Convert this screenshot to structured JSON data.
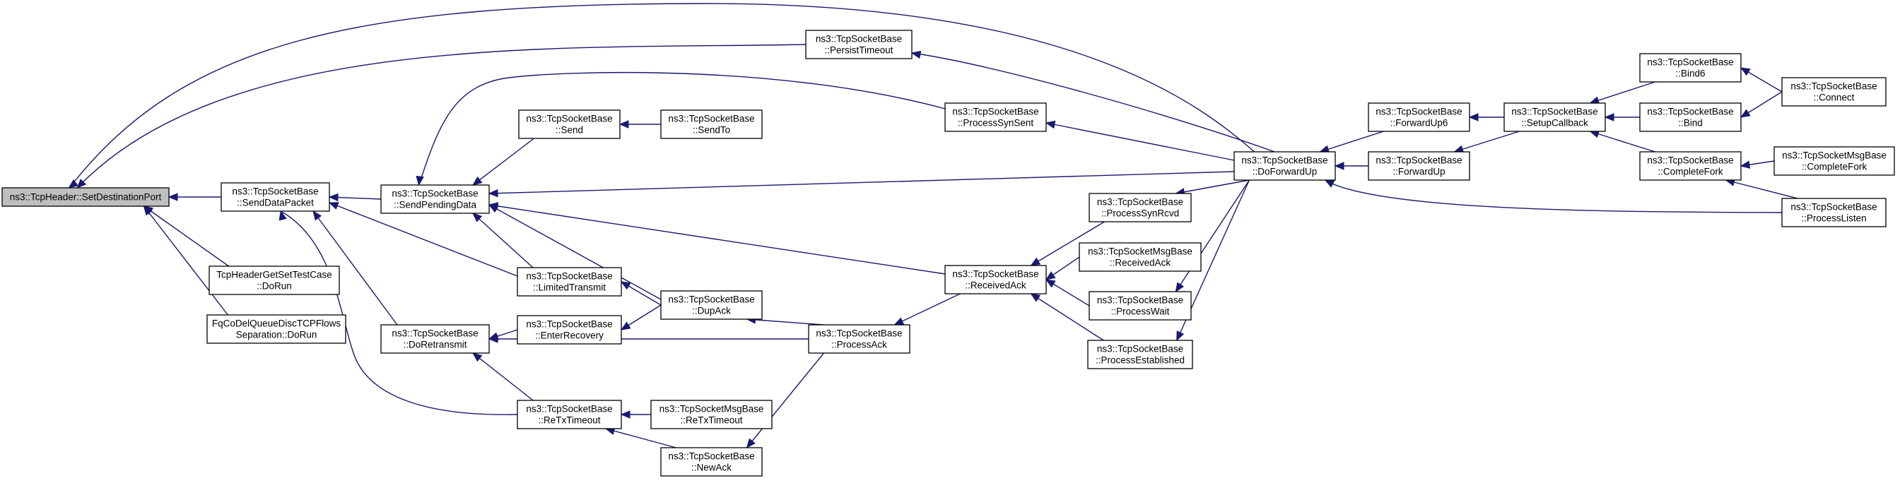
{
  "diagram": {
    "type": "caller-graph",
    "edge_color": "#191970",
    "root_fill": "#bfbfbf",
    "nodes": [
      {
        "id": "root",
        "lines": [
          "ns3::TcpHeader::SetDestinationPort"
        ],
        "root": true
      },
      {
        "id": "sendDataPacket",
        "lines": [
          "ns3::TcpSocketBase",
          "::SendDataPacket"
        ]
      },
      {
        "id": "tcpHeaderTest",
        "lines": [
          "TcpHeaderGetSetTestCase",
          "::DoRun"
        ]
      },
      {
        "id": "fqCoDel",
        "lines": [
          "FqCoDelQueueDiscTCPFlows",
          "Separation::DoRun"
        ]
      },
      {
        "id": "sendPending",
        "lines": [
          "ns3::TcpSocketBase",
          "::SendPendingData"
        ]
      },
      {
        "id": "doRetransmit",
        "lines": [
          "ns3::TcpSocketBase",
          "::DoRetransmit"
        ]
      },
      {
        "id": "send",
        "lines": [
          "ns3::TcpSocketBase",
          "::Send"
        ]
      },
      {
        "id": "sendTo",
        "lines": [
          "ns3::TcpSocketBase",
          "::SendTo"
        ]
      },
      {
        "id": "limitedTransmit",
        "lines": [
          "ns3::TcpSocketBase",
          "::LimitedTransmit"
        ]
      },
      {
        "id": "enterRecovery",
        "lines": [
          "ns3::TcpSocketBase",
          "::EnterRecovery"
        ]
      },
      {
        "id": "reTxTimeout",
        "lines": [
          "ns3::TcpSocketBase",
          "::ReTxTimeout"
        ]
      },
      {
        "id": "msgReTxTimeout",
        "lines": [
          "ns3::TcpSocketMsgBase",
          "::ReTxTimeout"
        ]
      },
      {
        "id": "newAck",
        "lines": [
          "ns3::TcpSocketBase",
          "::NewAck"
        ]
      },
      {
        "id": "dupAck",
        "lines": [
          "ns3::TcpSocketBase",
          "::DupAck"
        ]
      },
      {
        "id": "processAck",
        "lines": [
          "ns3::TcpSocketBase",
          "::ProcessAck"
        ]
      },
      {
        "id": "persistTimeout",
        "lines": [
          "ns3::TcpSocketBase",
          "::PersistTimeout"
        ]
      },
      {
        "id": "processSynSent",
        "lines": [
          "ns3::TcpSocketBase",
          "::ProcessSynSent"
        ]
      },
      {
        "id": "receivedAck",
        "lines": [
          "ns3::TcpSocketBase",
          "::ReceivedAck"
        ]
      },
      {
        "id": "processSynRcvd",
        "lines": [
          "ns3::TcpSocketBase",
          "::ProcessSynRcvd"
        ]
      },
      {
        "id": "msgReceivedAck",
        "lines": [
          "ns3::TcpSocketMsgBase",
          "::ReceivedAck"
        ]
      },
      {
        "id": "processWait",
        "lines": [
          "ns3::TcpSocketBase",
          "::ProcessWait"
        ]
      },
      {
        "id": "processEstablished",
        "lines": [
          "ns3::TcpSocketBase",
          "::ProcessEstablished"
        ]
      },
      {
        "id": "doForwardUp",
        "lines": [
          "ns3::TcpSocketBase",
          "::DoForwardUp"
        ]
      },
      {
        "id": "forwardUp6",
        "lines": [
          "ns3::TcpSocketBase",
          "::ForwardUp6"
        ]
      },
      {
        "id": "forwardUp",
        "lines": [
          "ns3::TcpSocketBase",
          "::ForwardUp"
        ]
      },
      {
        "id": "setupCallback",
        "lines": [
          "ns3::TcpSocketBase",
          "::SetupCallback"
        ]
      },
      {
        "id": "bind6",
        "lines": [
          "ns3::TcpSocketBase",
          "::Bind6"
        ]
      },
      {
        "id": "bind",
        "lines": [
          "ns3::TcpSocketBase",
          "::Bind"
        ]
      },
      {
        "id": "completeFork",
        "lines": [
          "ns3::TcpSocketBase",
          "::CompleteFork"
        ]
      },
      {
        "id": "connect",
        "lines": [
          "ns3::TcpSocketBase",
          "::Connect"
        ]
      },
      {
        "id": "msgCompleteFork",
        "lines": [
          "ns3::TcpSocketMsgBase",
          "::CompleteFork"
        ]
      },
      {
        "id": "processListen",
        "lines": [
          "ns3::TcpSocketBase",
          "::ProcessListen"
        ]
      }
    ],
    "edges": [
      {
        "from": "sendDataPacket",
        "to": "root"
      },
      {
        "from": "tcpHeaderTest",
        "to": "root"
      },
      {
        "from": "fqCoDel",
        "to": "root"
      },
      {
        "from": "persistTimeout",
        "to": "root"
      },
      {
        "from": "doForwardUp",
        "to": "root"
      },
      {
        "from": "sendPending",
        "to": "sendDataPacket"
      },
      {
        "from": "doRetransmit",
        "to": "sendDataPacket"
      },
      {
        "from": "limitedTransmit",
        "to": "sendDataPacket"
      },
      {
        "from": "reTxTimeout",
        "to": "sendDataPacket"
      },
      {
        "from": "send",
        "to": "sendPending"
      },
      {
        "from": "limitedTransmit",
        "to": "sendPending"
      },
      {
        "from": "dupAck",
        "to": "sendPending"
      },
      {
        "from": "receivedAck",
        "to": "sendPending"
      },
      {
        "from": "processSynSent",
        "to": "sendPending"
      },
      {
        "from": "doForwardUp",
        "to": "sendPending"
      },
      {
        "from": "enterRecovery",
        "to": "doRetransmit"
      },
      {
        "from": "reTxTimeout",
        "to": "doRetransmit"
      },
      {
        "from": "processAck",
        "to": "doRetransmit"
      },
      {
        "from": "sendTo",
        "to": "send"
      },
      {
        "from": "dupAck",
        "to": "limitedTransmit"
      },
      {
        "from": "dupAck",
        "to": "enterRecovery"
      },
      {
        "from": "msgReTxTimeout",
        "to": "reTxTimeout"
      },
      {
        "from": "newAck",
        "to": "reTxTimeout"
      },
      {
        "from": "processAck",
        "to": "dupAck"
      },
      {
        "from": "receivedAck",
        "to": "processAck"
      },
      {
        "from": "processAck",
        "to": "newAck"
      },
      {
        "from": "processSynRcvd",
        "to": "receivedAck"
      },
      {
        "from": "msgReceivedAck",
        "to": "receivedAck"
      },
      {
        "from": "processWait",
        "to": "receivedAck"
      },
      {
        "from": "processEstablished",
        "to": "receivedAck"
      },
      {
        "from": "doForwardUp",
        "to": "persistTimeout"
      },
      {
        "from": "doForwardUp",
        "to": "processSynSent"
      },
      {
        "from": "doForwardUp",
        "to": "processSynRcvd"
      },
      {
        "from": "doForwardUp",
        "to": "processWait"
      },
      {
        "from": "doForwardUp",
        "to": "processEstablished"
      },
      {
        "from": "forwardUp6",
        "to": "doForwardUp"
      },
      {
        "from": "forwardUp",
        "to": "doForwardUp"
      },
      {
        "from": "processListen",
        "to": "doForwardUp"
      },
      {
        "from": "setupCallback",
        "to": "forwardUp6"
      },
      {
        "from": "setupCallback",
        "to": "forwardUp"
      },
      {
        "from": "bind6",
        "to": "setupCallback"
      },
      {
        "from": "bind",
        "to": "setupCallback"
      },
      {
        "from": "completeFork",
        "to": "setupCallback"
      },
      {
        "from": "connect",
        "to": "bind6"
      },
      {
        "from": "connect",
        "to": "bind"
      },
      {
        "from": "msgCompleteFork",
        "to": "completeFork"
      },
      {
        "from": "processListen",
        "to": "completeFork"
      }
    ]
  }
}
